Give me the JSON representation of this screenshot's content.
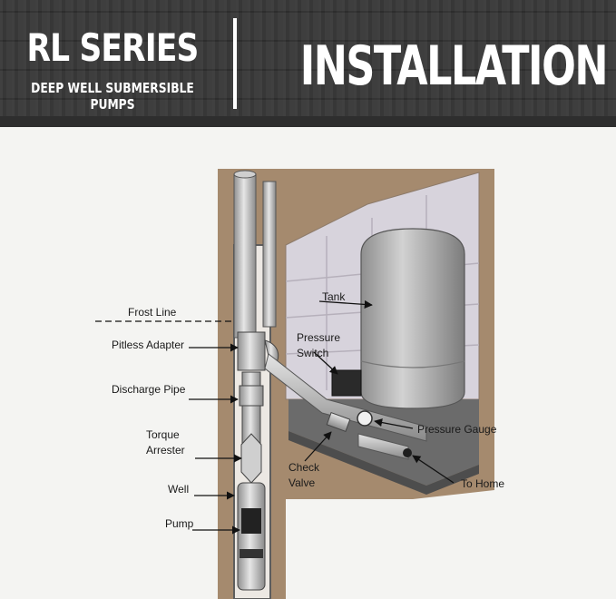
{
  "header": {
    "series_title": "RL SERIES",
    "series_subtitle": "DEEP WELL SUBMERSIBLE PUMPS",
    "main_title": "INSTALLATION"
  },
  "labels": {
    "frost_line": "Frost Line",
    "pitless_adapter": "Pitless Adapter",
    "discharge_pipe": "Discharge Pipe",
    "torque_arrester_1": "Torque",
    "torque_arrester_2": "Arrester",
    "well": "Well",
    "pump": "Pump",
    "tank": "Tank",
    "pressure_switch_1": "Pressure",
    "pressure_switch_2": "Switch",
    "pressure_gauge": "Pressure Gauge",
    "check_valve_1": "Check",
    "check_valve_2": "Valve",
    "to_home": "To Home"
  },
  "colors": {
    "banner": "#3a3a3a",
    "ground": "#a58a6e",
    "wall": "#d7d3dc",
    "pipe": "#bfbfbf",
    "slab": "#6b6b6b"
  }
}
